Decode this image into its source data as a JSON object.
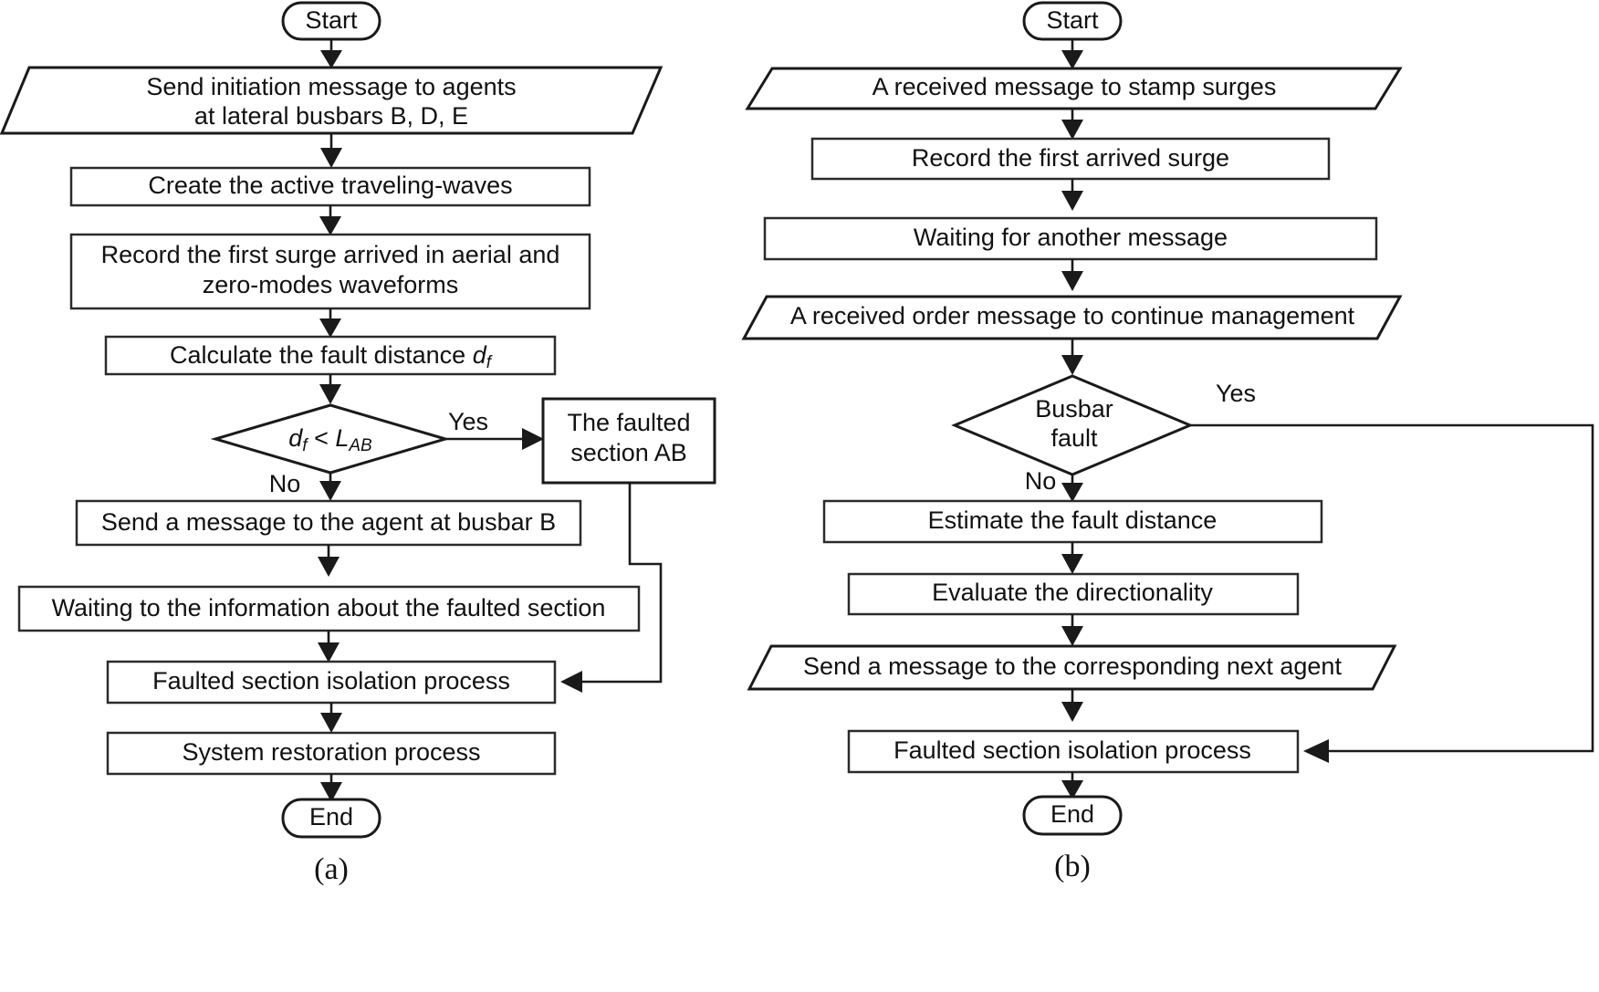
{
  "figure": {
    "panels": [
      {
        "id": "a",
        "caption": "(a)",
        "nodes": [
          {
            "key": "start",
            "type": "terminator",
            "label": "Start"
          },
          {
            "key": "init_msg",
            "type": "io",
            "label_line1": "Send initiation message to agents",
            "label_line2": "at lateral busbars B, D, E"
          },
          {
            "key": "create_tw",
            "type": "process",
            "label": "Create the active traveling-waves"
          },
          {
            "key": "record",
            "type": "process",
            "label_line1": "Record the first surge arrived in aerial and",
            "label_line2": "zero-modes waveforms"
          },
          {
            "key": "calc_df",
            "type": "process",
            "label_prefix": "Calculate the fault distance ",
            "label_var": "d",
            "label_sub": "f"
          },
          {
            "key": "decision",
            "type": "decision",
            "label_var1": "d",
            "label_sub1": "f",
            "label_op": " < ",
            "label_var2": "L",
            "label_sub2": "AB",
            "yes": "Yes",
            "no": "No"
          },
          {
            "key": "faulted_ab",
            "type": "process",
            "label_line1": "The faulted",
            "label_line2": "section AB"
          },
          {
            "key": "send_b",
            "type": "process",
            "label": "Send a message to the agent at busbar B"
          },
          {
            "key": "waiting",
            "type": "process",
            "label": "Waiting to the information about the faulted section"
          },
          {
            "key": "isolation",
            "type": "process",
            "label": "Faulted section isolation process"
          },
          {
            "key": "restore",
            "type": "process",
            "label": "System restoration process"
          },
          {
            "key": "end",
            "type": "terminator",
            "label": "End"
          }
        ]
      },
      {
        "id": "b",
        "caption": "(b)",
        "nodes": [
          {
            "key": "start",
            "type": "terminator",
            "label": "Start"
          },
          {
            "key": "recv_msg",
            "type": "io",
            "label": "A received message to stamp surges"
          },
          {
            "key": "record",
            "type": "process",
            "label": "Record the first arrived surge"
          },
          {
            "key": "waiting",
            "type": "process",
            "label": "Waiting for another message"
          },
          {
            "key": "order_msg",
            "type": "io",
            "label": "A received order message to continue management"
          },
          {
            "key": "decision",
            "type": "decision",
            "label_line1": "Busbar",
            "label_line2": "fault",
            "yes": "Yes",
            "no": "No"
          },
          {
            "key": "estimate",
            "type": "process",
            "label": "Estimate the fault distance"
          },
          {
            "key": "evaluate",
            "type": "process",
            "label": "Evaluate the directionality"
          },
          {
            "key": "send_next",
            "type": "io",
            "label": "Send a message to the corresponding next agent"
          },
          {
            "key": "isolation",
            "type": "process",
            "label": "Faulted section isolation process"
          },
          {
            "key": "end",
            "type": "terminator",
            "label": "End"
          }
        ]
      }
    ],
    "colors": {
      "stroke": "#1a1a1a",
      "fill": "#ffffff",
      "text": "#111111"
    }
  }
}
